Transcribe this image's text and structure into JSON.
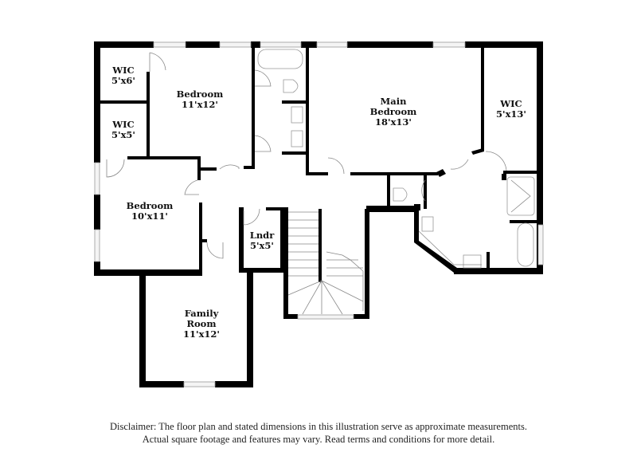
{
  "rooms": {
    "wic1": {
      "name": "WIC",
      "dims": "5'x6'"
    },
    "wic2": {
      "name": "WIC",
      "dims": "5'x5'"
    },
    "bedroom1": {
      "name": "Bedroom",
      "dims": "11'x12'"
    },
    "main_bedroom": {
      "name_line1": "Main",
      "name_line2": "Bedroom",
      "dims": "18'x13'"
    },
    "main_wic": {
      "name": "WIC",
      "dims": "5'x13'"
    },
    "bedroom2": {
      "name": "Bedroom",
      "dims": "10'x11'"
    },
    "laundry": {
      "name": "Lndr",
      "dims": "5'x5'"
    },
    "family_room": {
      "name_line1": "Family",
      "name_line2": "Room",
      "dims": "11'x12'"
    }
  },
  "disclaimer": {
    "line1": "Disclaimer: The floor plan and stated dimensions in this illustration serve as approximate measurements.",
    "line2": "Actual square footage and features may vary. Read terms and conditions for more detail."
  },
  "colors": {
    "wall": "#000000",
    "background": "#ffffff",
    "fixture": "#999999"
  }
}
